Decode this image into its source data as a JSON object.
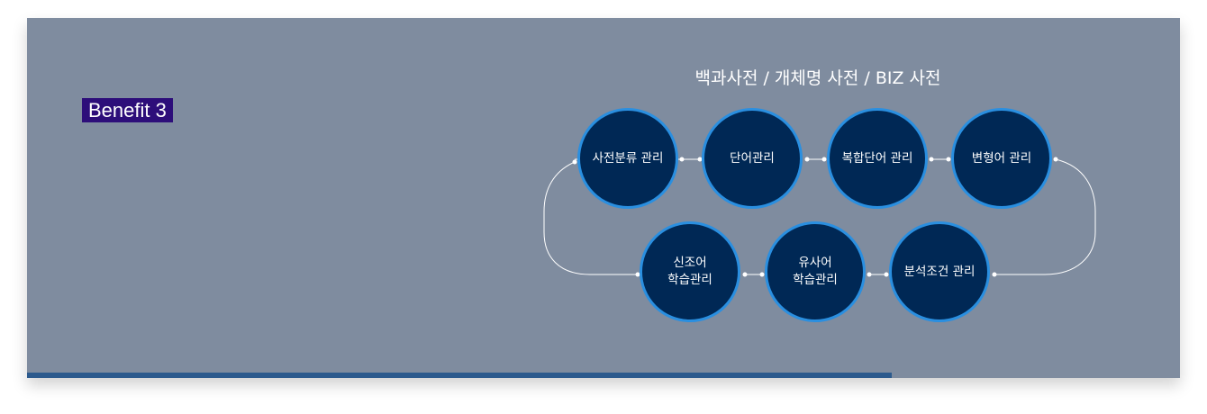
{
  "badge": {
    "label": "Benefit 3"
  },
  "diagram": {
    "title": "백과사전 / 개체명 사전 / BIZ 사전",
    "top_row": [
      {
        "label": "사전분류 관리"
      },
      {
        "label": "단어관리"
      },
      {
        "label": "복합단어 관리"
      },
      {
        "label": "변형어 관리"
      }
    ],
    "bottom_row": [
      {
        "label": "신조어\n학습관리"
      },
      {
        "label": "유사어\n학습관리"
      },
      {
        "label": "분석조건 관리"
      }
    ]
  },
  "colors": {
    "panel": "#7f8c9f",
    "badge": "#2d0e7a",
    "node_fill": "#002855",
    "node_border": "#2a8fe0",
    "progress": "#2c5a8d"
  },
  "progress": {
    "fraction": 0.75
  }
}
